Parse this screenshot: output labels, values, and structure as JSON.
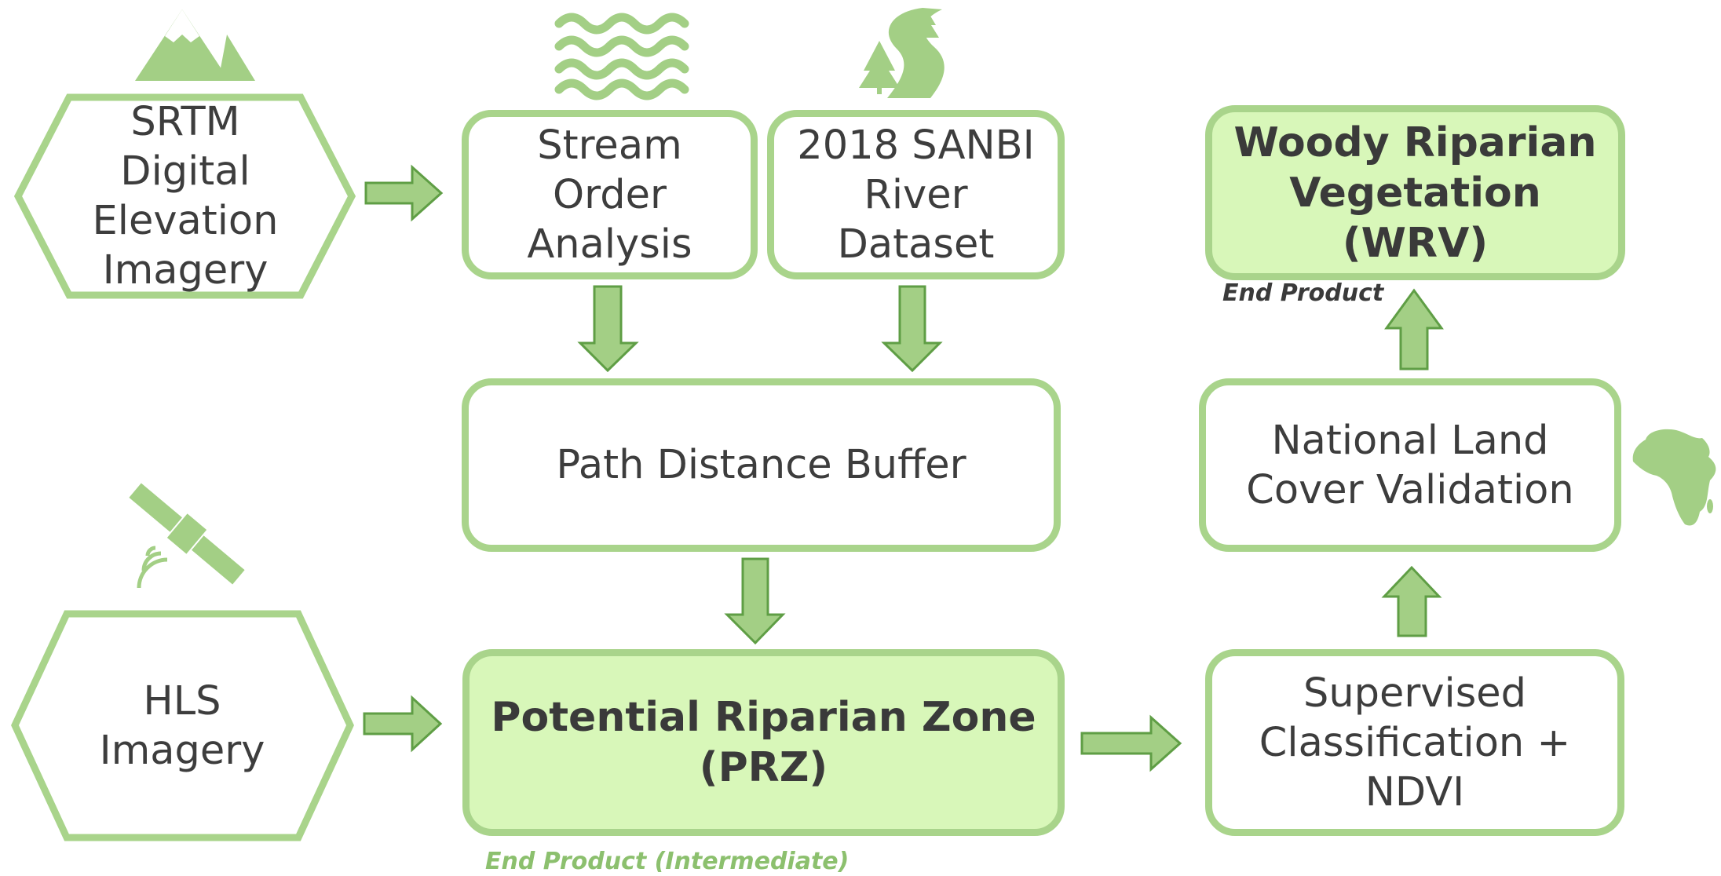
{
  "nodes": {
    "srtm": "SRTM\nDigital\nElevation\nImagery",
    "hls": "HLS\nImagery",
    "stream_order": "Stream\nOrder\nAnalysis",
    "sanbi": "2018 SANBI\nRiver\nDataset",
    "path_buffer": "Path Distance Buffer",
    "prz": "Potential Riparian Zone\n(PRZ)",
    "supervised": "Supervised\nClassification +\nNDVI",
    "nlc": "National Land\nCover Validation",
    "wrv": "Woody Riparian\nVegetation (WRV)"
  },
  "notes": {
    "end_product": "End Product",
    "end_product_intermediate": "End Product (Intermediate)"
  },
  "icons": [
    "mountain-icon",
    "waves-icon",
    "river-trees-icon",
    "satellite-icon",
    "africa-map-icon"
  ],
  "colors": {
    "border_green": "#a9d48b",
    "arrow_fill": "#a3cf85",
    "arrow_stroke": "#5f9e45",
    "highlight_fill": "#d8f7b9",
    "text": "#3d3d3d",
    "note_dark": "#3a3a3a",
    "note_green": "#8cc06e"
  }
}
